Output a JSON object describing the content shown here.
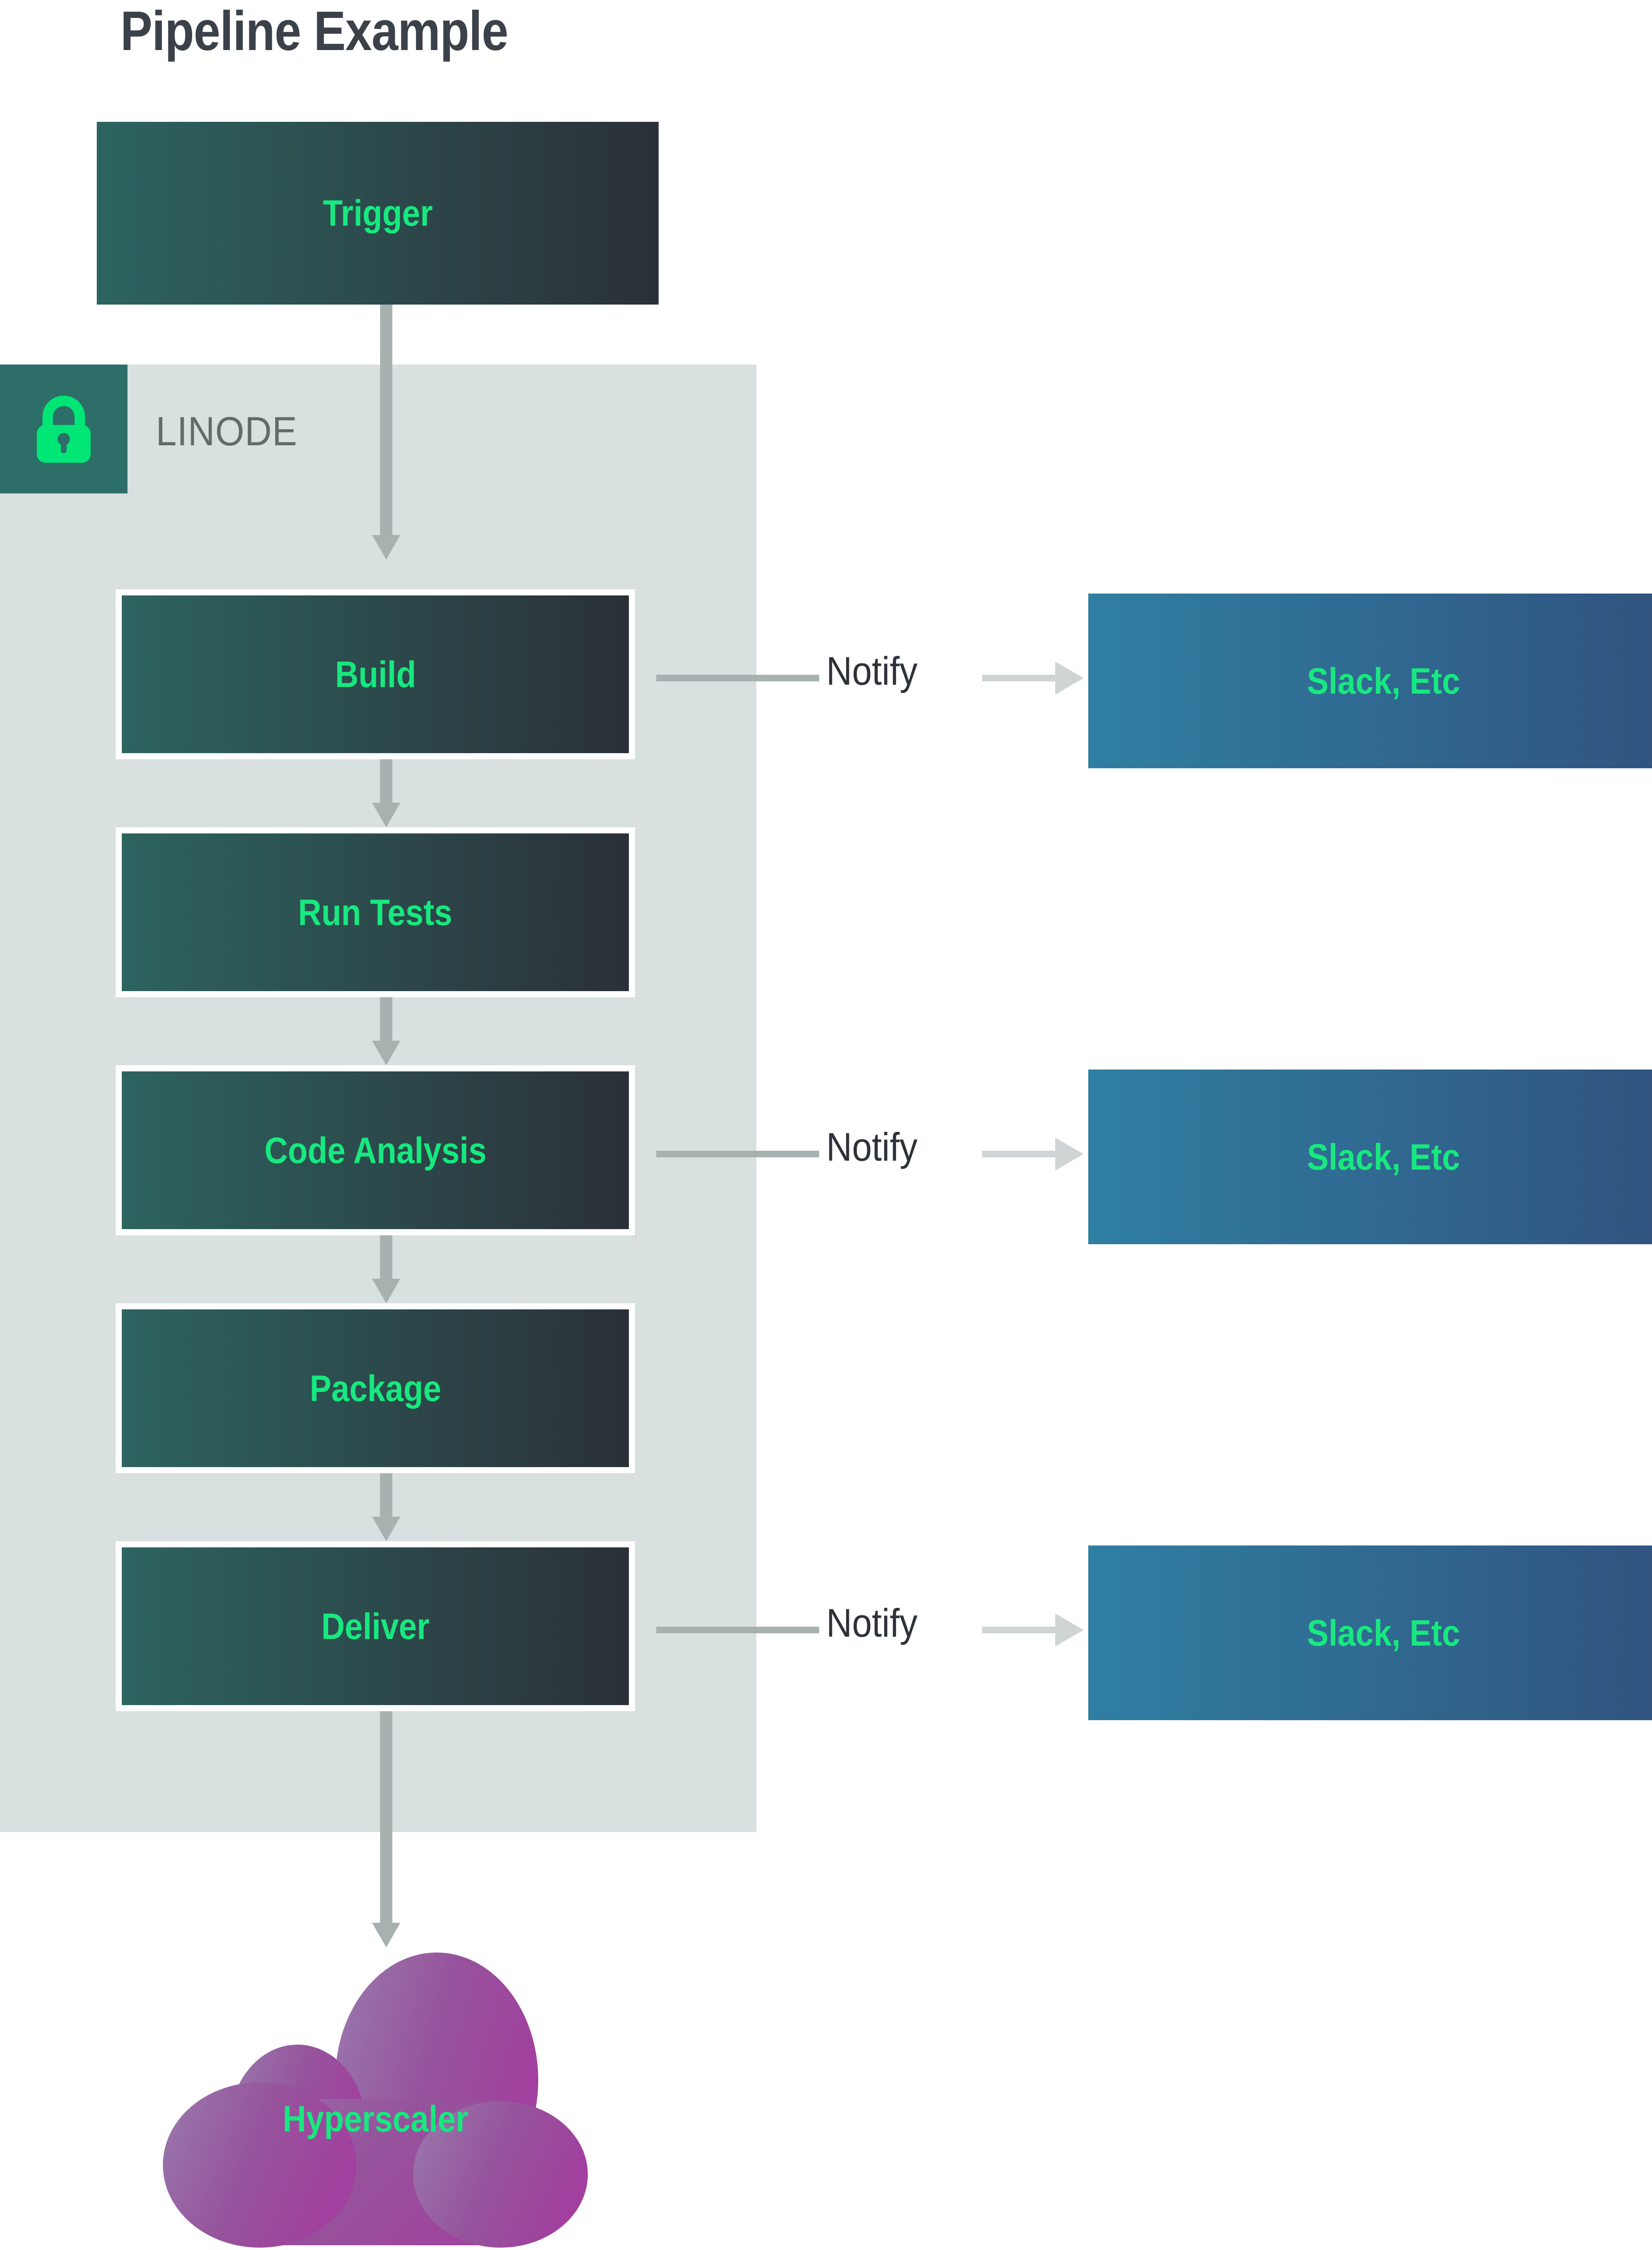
{
  "title": "Pipeline Example",
  "colors": {
    "accent_green": "#17e87f",
    "title_gray": "#3b4149",
    "zone_bg": "#d8e0e0",
    "zone_badge_bg": "#2d6e68",
    "lock_green": "#00e676",
    "stage_gradient_start": "#2d6460",
    "stage_gradient_end": "#2b3038",
    "external_gradient_start": "#2f7fa2",
    "external_gradient_end": "#31527f",
    "cloud_gradient_start": "#9575a8",
    "cloud_gradient_end": "#9d4b9d",
    "arrow_gray": "#a7b2b0",
    "arrow_light_gray": "#cfd4d4"
  },
  "zone": {
    "label": "LINODE",
    "badge_icon": "lock-icon"
  },
  "trigger": {
    "label": "Trigger"
  },
  "stages": [
    {
      "id": "build",
      "label": "Build"
    },
    {
      "id": "run-tests",
      "label": "Run Tests"
    },
    {
      "id": "code-analysis",
      "label": "Code Analysis"
    },
    {
      "id": "package",
      "label": "Package"
    },
    {
      "id": "deliver",
      "label": "Deliver"
    }
  ],
  "notify_connectors": [
    {
      "id": "notify-1",
      "label": "Notify"
    },
    {
      "id": "notify-2",
      "label": "Notify"
    },
    {
      "id": "notify-3",
      "label": "Notify"
    }
  ],
  "external_targets": [
    {
      "id": "slack-1",
      "label": "Slack, Etc"
    },
    {
      "id": "slack-2",
      "label": "Slack, Etc"
    },
    {
      "id": "slack-3",
      "label": "Slack, Etc"
    }
  ],
  "cloud": {
    "label": "Hyperscaler"
  }
}
